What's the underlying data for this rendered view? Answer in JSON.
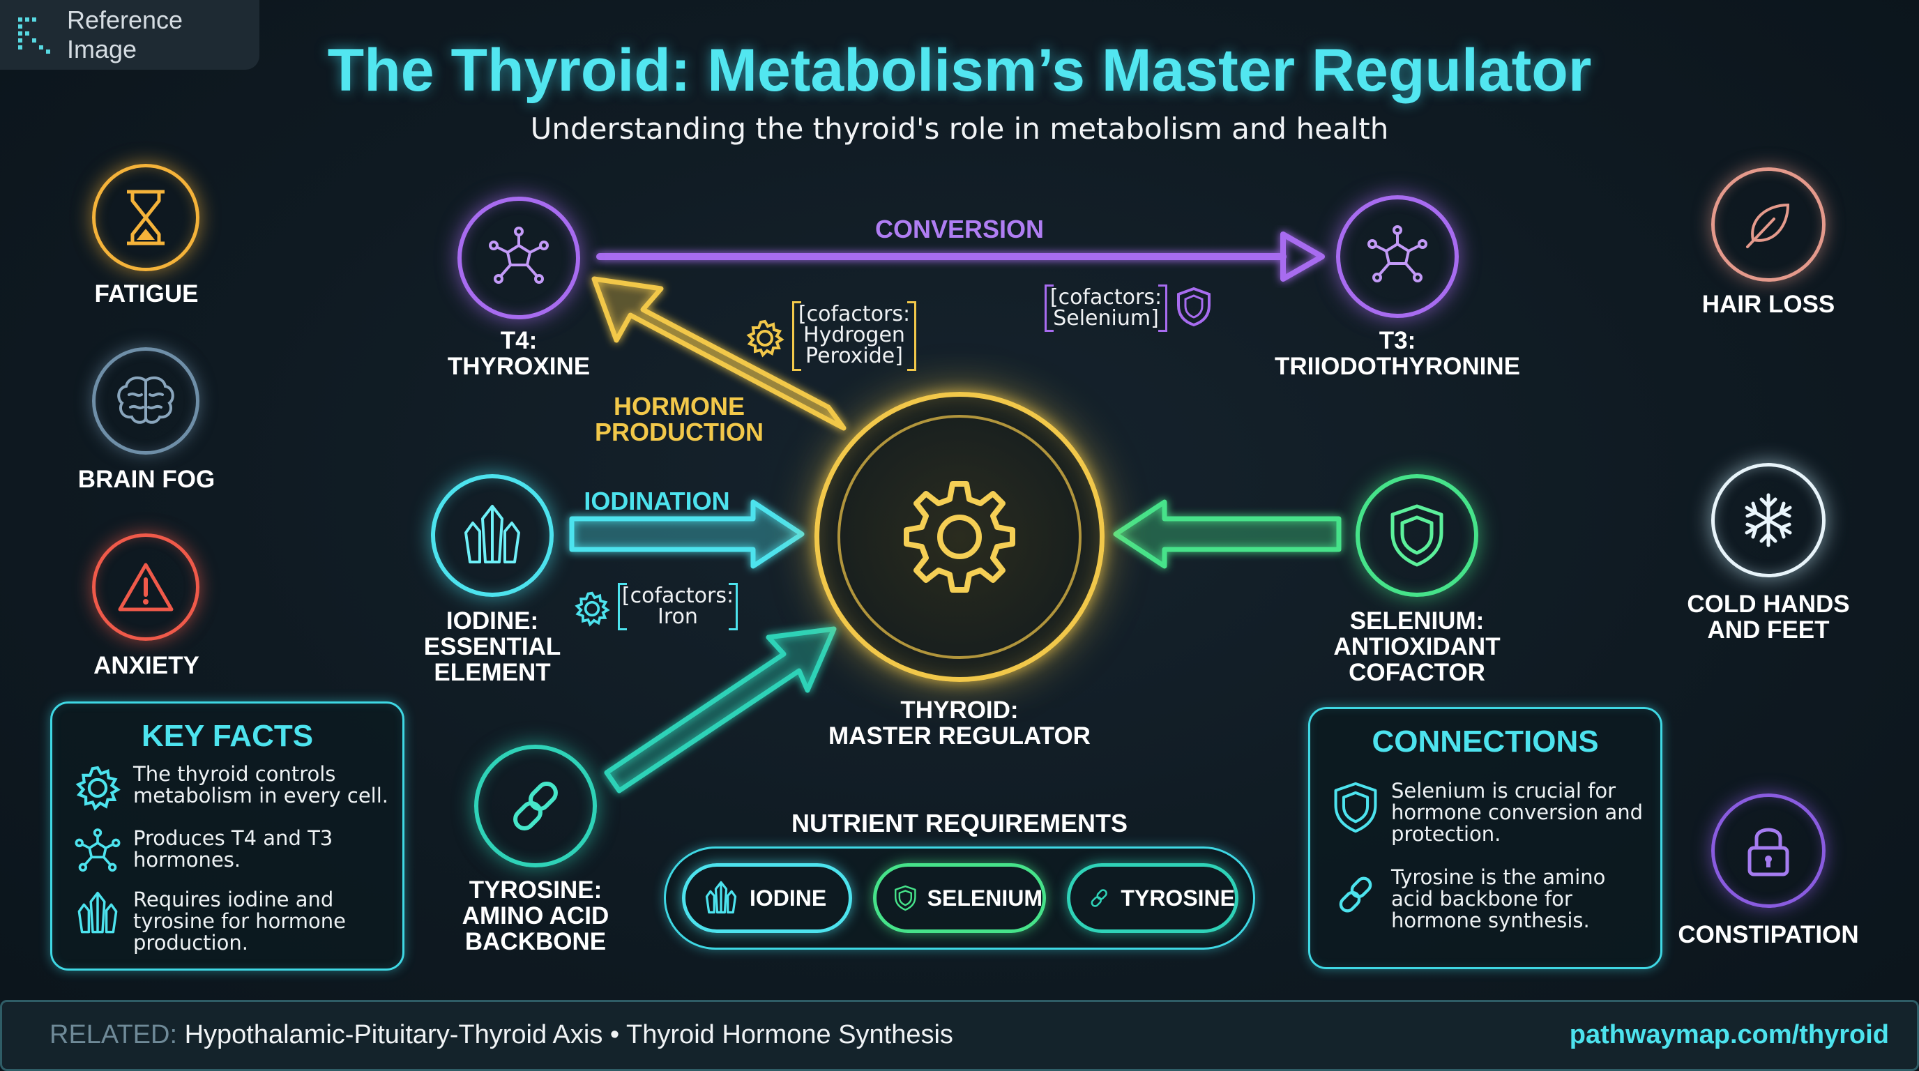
{
  "badge": {
    "label": "Reference Image"
  },
  "header": {
    "title": "The Thyroid: Metabolism’s Master Regulator",
    "subtitle": "Understanding the thyroid's role in metabolism and health"
  },
  "symptoms": {
    "fatigue": "FATIGUE",
    "brain_fog": "BRAIN FOG",
    "anxiety": "ANXIETY",
    "hair_loss": "HAIR LOSS",
    "cold_1": "COLD HANDS",
    "cold_2": "AND FEET",
    "constipation": "CONSTIPATION"
  },
  "nodes": {
    "t4_1": "T4:",
    "t4_2": "THYROXINE",
    "t3_1": "T3:",
    "t3_2": "TRIIODOTHYRONINE",
    "iodine_1": "IODINE:",
    "iodine_2": "ESSENTIAL",
    "iodine_3": "ELEMENT",
    "selenium_1": "SELENIUM:",
    "selenium_2": "ANTIOXIDANT",
    "selenium_3": "COFACTOR",
    "tyrosine_1": "TYROSINE:",
    "tyrosine_2": "AMINO ACID",
    "tyrosine_3": "BACKBONE",
    "thyroid_1": "THYROID:",
    "thyroid_2": "MASTER REGULATOR"
  },
  "edges": {
    "conversion": "CONVERSION",
    "hormone_1": "HORMONE",
    "hormone_2": "PRODUCTION",
    "iodination": "IODINATION"
  },
  "cofactors": {
    "hp_1": "[cofactors:",
    "hp_2": "Hydrogen",
    "hp_3": "Peroxide]",
    "se_1": "[cofactors:",
    "se_2": "Selenium]",
    "fe_1": "[cofactors:",
    "fe_2": "Iron"
  },
  "key_facts": {
    "title": "KEY FACTS",
    "f1_1": "The thyroid controls",
    "f1_2": "metabolism in every cell.",
    "f2_1": "Produces T4 and T3",
    "f2_2": "hormones.",
    "f3_1": "Requires iodine and",
    "f3_2": "tyrosine for hormone",
    "f3_3": "production."
  },
  "connections": {
    "title": "CONNECTIONS",
    "c1_1": "Selenium is crucial for",
    "c1_2": "hormone conversion and",
    "c1_3": "protection.",
    "c2_1": "Tyrosine is the amino",
    "c2_2": "acid backbone for",
    "c2_3": "hormone synthesis."
  },
  "nutrients": {
    "title": "NUTRIENT REQUIREMENTS",
    "iodine": "IODINE",
    "selenium": "SELENIUM",
    "tyrosine": "TYROSINE"
  },
  "footer": {
    "related_label": "RELATED:",
    "related_text": "Hypothalamic-Pituitary-Thyroid Axis • Thyroid Hormone Synthesis",
    "url": "pathwaymap.com/thyroid"
  },
  "colors": {
    "cyan": "#4de3ee",
    "purple": "#a86cf0",
    "gold": "#f2c84a",
    "green": "#46e38a",
    "teal": "#2fd3b8",
    "orange": "#f5b33a",
    "slate": "#6f8fa8",
    "red": "#f05a4a",
    "salmon": "#e59a8c"
  }
}
